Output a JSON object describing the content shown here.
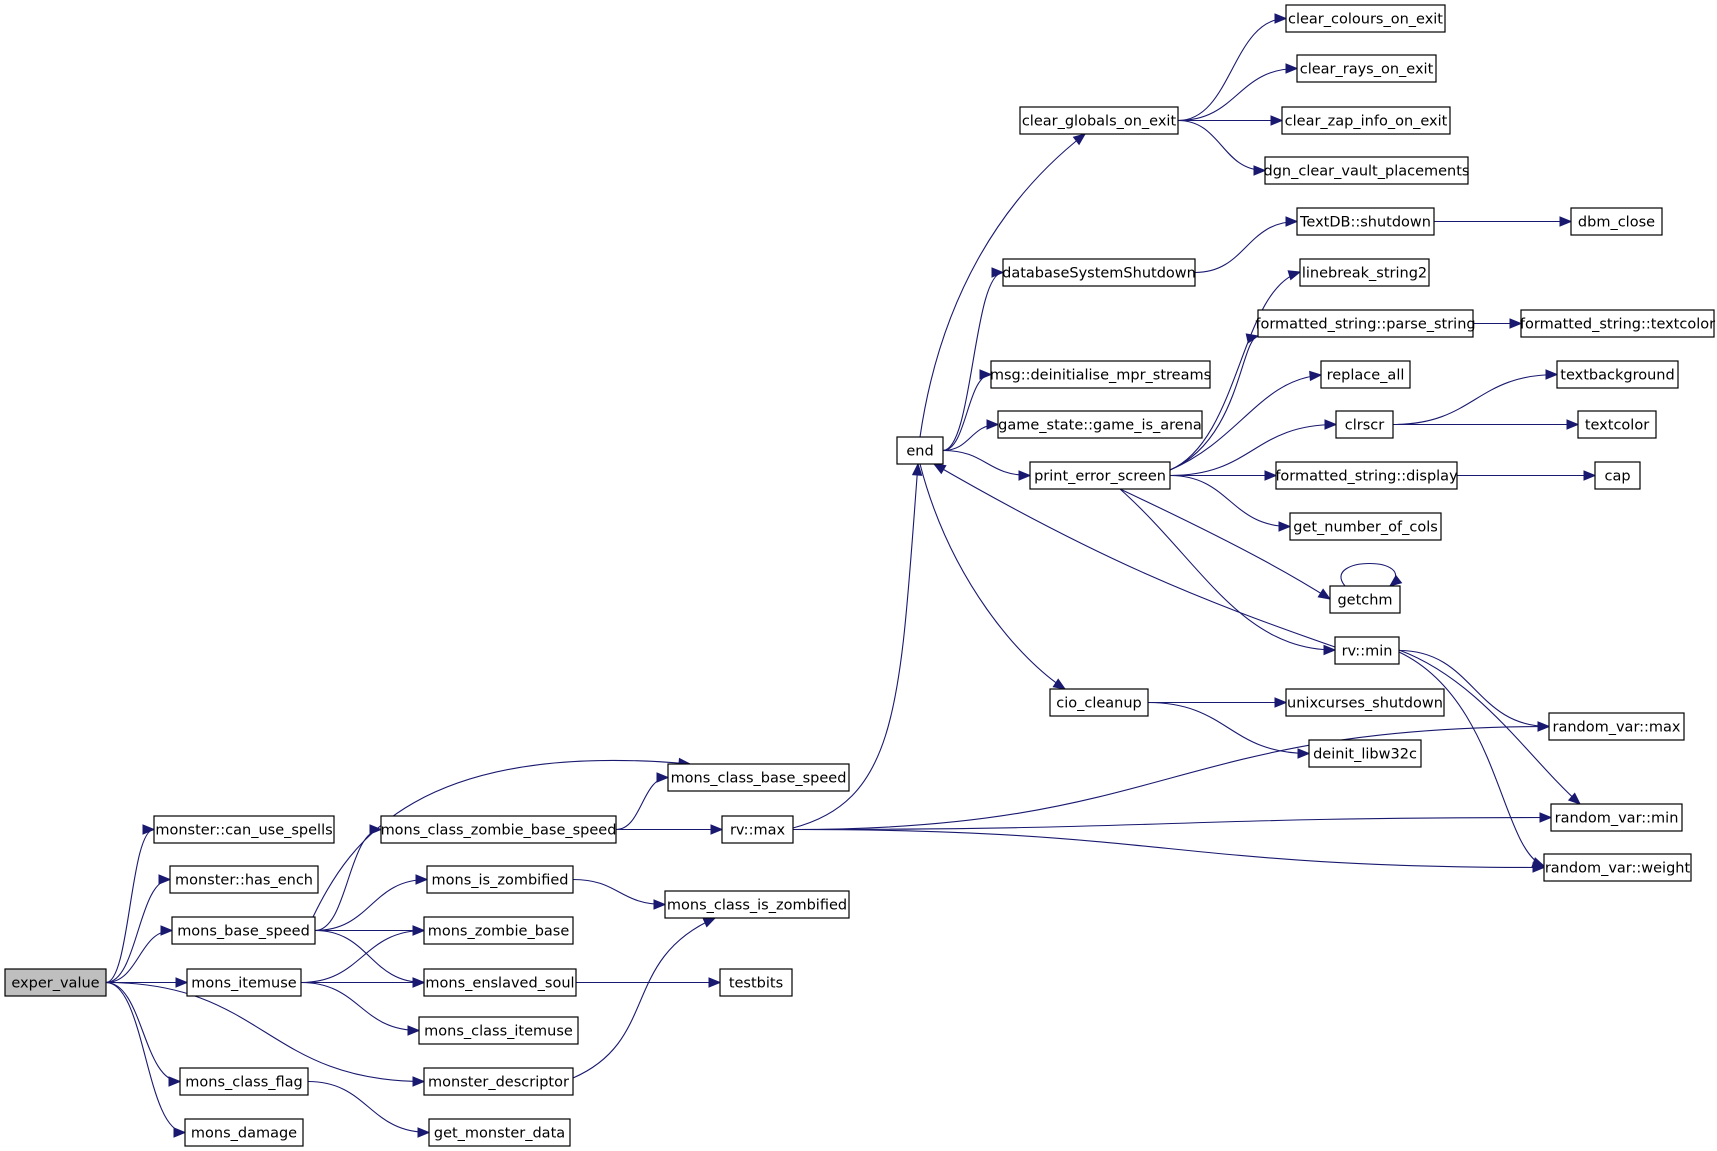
{
  "root": "exper_value",
  "nodes": {
    "exper_value": "exper_value",
    "can_use_spells": "monster::can_use_spells",
    "has_ench": "monster::has_ench",
    "mons_base_speed": "mons_base_speed",
    "mons_itemuse": "mons_itemuse",
    "mons_class_flag": "mons_class_flag",
    "mons_damage": "mons_damage",
    "zombie_base_speed": "mons_class_zombie_base_speed",
    "mons_is_zombified": "mons_is_zombified",
    "mons_zombie_base": "mons_zombie_base",
    "mons_enslaved_soul": "mons_enslaved_soul",
    "mons_class_itemuse": "mons_class_itemuse",
    "monster_descriptor": "monster_descriptor",
    "get_monster_data": "get_monster_data",
    "mons_class_base_speed": "mons_class_base_speed",
    "rv_max": "rv::max",
    "mons_class_is_zombified": "mons_class_is_zombified",
    "testbits": "testbits",
    "end": "end",
    "clear_globals": "clear_globals_on_exit",
    "db_shutdown": "databaseSystemShutdown",
    "msg_deinit": "msg::deinitialise_mpr_streams",
    "game_is_arena": "game_state::game_is_arena",
    "print_error_screen": "print_error_screen",
    "cio_cleanup": "cio_cleanup",
    "clear_colours": "clear_colours_on_exit",
    "clear_rays": "clear_rays_on_exit",
    "clear_zap": "clear_zap_info_on_exit",
    "dgn_clear": "dgn_clear_vault_placements",
    "textdb_shutdown": "TextDB::shutdown",
    "dbm_close": "dbm_close",
    "linebreak": "linebreak_string2",
    "parse_string": "formatted_string::parse_string",
    "fs_textcolor": "formatted_string::textcolor",
    "replace_all": "replace_all",
    "clrscr": "clrscr",
    "textbackground": "textbackground",
    "textcolor": "textcolor",
    "fs_display": "formatted_string::display",
    "cap": "cap",
    "get_cols": "get_number_of_cols",
    "getchm": "getchm",
    "rv_min": "rv::min",
    "unixcurses": "unixcurses_shutdown",
    "deinit_libw32c": "deinit_libw32c",
    "random_var_max": "random_var::max",
    "random_var_min": "random_var::min",
    "random_var_weight": "random_var::weight"
  },
  "edges": [
    [
      "exper_value",
      "can_use_spells"
    ],
    [
      "exper_value",
      "has_ench"
    ],
    [
      "exper_value",
      "mons_base_speed"
    ],
    [
      "exper_value",
      "mons_itemuse"
    ],
    [
      "exper_value",
      "mons_class_flag"
    ],
    [
      "exper_value",
      "mons_damage"
    ],
    [
      "exper_value",
      "monster_descriptor"
    ],
    [
      "mons_base_speed",
      "mons_class_base_speed"
    ],
    [
      "mons_base_speed",
      "zombie_base_speed"
    ],
    [
      "mons_base_speed",
      "mons_is_zombified"
    ],
    [
      "mons_base_speed",
      "mons_zombie_base"
    ],
    [
      "mons_base_speed",
      "mons_enslaved_soul"
    ],
    [
      "mons_itemuse",
      "mons_zombie_base"
    ],
    [
      "mons_itemuse",
      "mons_enslaved_soul"
    ],
    [
      "mons_itemuse",
      "mons_class_itemuse"
    ],
    [
      "mons_class_flag",
      "get_monster_data"
    ],
    [
      "zombie_base_speed",
      "mons_class_base_speed"
    ],
    [
      "zombie_base_speed",
      "rv_max"
    ],
    [
      "mons_is_zombified",
      "mons_class_is_zombified"
    ],
    [
      "mons_enslaved_soul",
      "testbits"
    ],
    [
      "monster_descriptor",
      "mons_class_is_zombified"
    ],
    [
      "rv_max",
      "end"
    ],
    [
      "rv_max",
      "random_var_max"
    ],
    [
      "rv_max",
      "random_var_min"
    ],
    [
      "rv_max",
      "random_var_weight"
    ],
    [
      "end",
      "clear_globals"
    ],
    [
      "end",
      "db_shutdown"
    ],
    [
      "end",
      "msg_deinit"
    ],
    [
      "end",
      "game_is_arena"
    ],
    [
      "end",
      "print_error_screen"
    ],
    [
      "end",
      "cio_cleanup"
    ],
    [
      "clear_globals",
      "clear_colours"
    ],
    [
      "clear_globals",
      "clear_rays"
    ],
    [
      "clear_globals",
      "clear_zap"
    ],
    [
      "clear_globals",
      "dgn_clear"
    ],
    [
      "db_shutdown",
      "textdb_shutdown"
    ],
    [
      "textdb_shutdown",
      "dbm_close"
    ],
    [
      "print_error_screen",
      "linebreak"
    ],
    [
      "print_error_screen",
      "parse_string"
    ],
    [
      "print_error_screen",
      "replace_all"
    ],
    [
      "print_error_screen",
      "clrscr"
    ],
    [
      "print_error_screen",
      "fs_display"
    ],
    [
      "print_error_screen",
      "get_cols"
    ],
    [
      "print_error_screen",
      "getchm"
    ],
    [
      "print_error_screen",
      "rv_min"
    ],
    [
      "parse_string",
      "fs_textcolor"
    ],
    [
      "clrscr",
      "textbackground"
    ],
    [
      "clrscr",
      "textcolor"
    ],
    [
      "fs_display",
      "cap"
    ],
    [
      "getchm",
      "getchm"
    ],
    [
      "rv_min",
      "end"
    ],
    [
      "rv_min",
      "random_var_max"
    ],
    [
      "rv_min",
      "random_var_min"
    ],
    [
      "rv_min",
      "random_var_weight"
    ],
    [
      "cio_cleanup",
      "unixcurses"
    ],
    [
      "cio_cleanup",
      "deinit_libw32c"
    ]
  ]
}
